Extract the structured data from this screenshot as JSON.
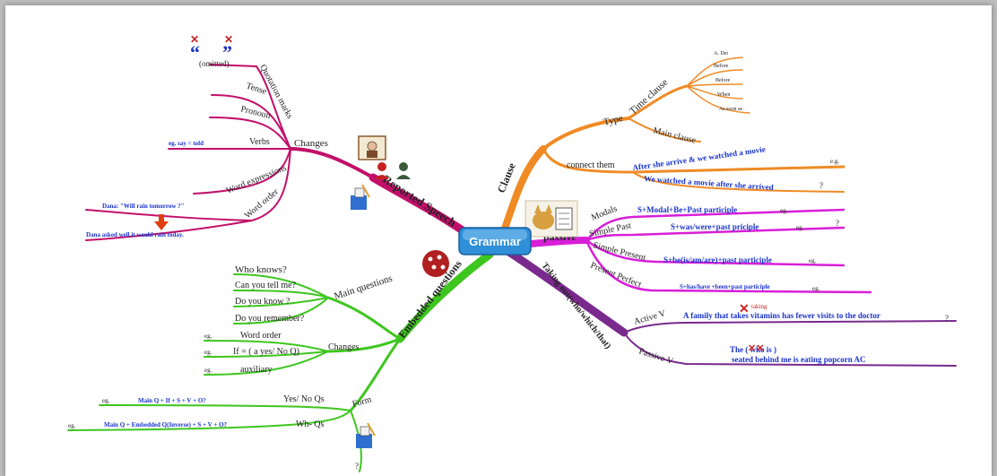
{
  "central": "Grammar",
  "branches": {
    "reported": {
      "label": "Reported Speech",
      "changes": "Changes",
      "subs": [
        "Quotation marks",
        "Tense",
        "Pronoun",
        "Verbs",
        "Word expressions",
        "Word order"
      ],
      "notes": {
        "omitted": "(omitted)",
        "verbs": "eg. say = told",
        "ex1": "Dana: \"Will rain tomorrow ?\"",
        "ex2": "Dana asked well it would rain today."
      }
    },
    "clause": {
      "label": "Clause",
      "type": "Type",
      "time": "Time clause",
      "main": "Main clause",
      "time_items": [
        "A. Det",
        "Before",
        "Before",
        "When",
        "As soon as"
      ],
      "connect": "connect them",
      "conn1": "After she arrive & we watched a movie",
      "conn2": "We watched a movie after she arrived",
      "eg": "e.g.",
      "q": "?"
    },
    "passive": {
      "label": "passive",
      "items": [
        {
          "name": "Modals",
          "formula": "S+Modal+Be+Past participle",
          "eg": "eg."
        },
        {
          "name": "Simple Past",
          "formula": "S+was/were+past priciple",
          "eg": "eg."
        },
        {
          "name": "Simple Present",
          "formula": "S+be(is/am/are)+past participle",
          "eg": "eg."
        },
        {
          "name": "Present Perfect",
          "formula": "S+has/have +been+past participle",
          "eg": "eg."
        }
      ],
      "q": "?"
    },
    "taking": {
      "label": "Taking out(who/which/that)",
      "active": "Active V",
      "active_ex": "A family that takes vitamins has fewer visits to the doctor",
      "active_note": "taking",
      "passive": "Passive V",
      "passive_ex1": "The  ( who is )",
      "passive_ex2": "seated behind me is eating popcorn AC",
      "q": "?"
    },
    "embedded": {
      "label": "Embedded questions",
      "main": "Main questions",
      "main_items": [
        "Who knows?",
        "Can you tell me?",
        "Do you know ?",
        "Do you remember?"
      ],
      "changes": "Changes",
      "change_items": [
        "Word order",
        "If = ( a yes/ No Q)",
        "auxiliary"
      ],
      "form": "Form",
      "yes": "Yes/ No Qs",
      "wh": "Wh- Qs",
      "yes_formula": "Main Q + If + S + V + O?",
      "wh_formula": "Main Q + Embedded Q(Inverse) + S + V + O?",
      "eg": "eg.",
      "q": "?"
    }
  },
  "colors": {
    "reported": "#c2106a",
    "clause": "#f08a24",
    "passive": "#d81fd8",
    "taking": "#7a2a8c",
    "embedded": "#3ec61f",
    "central": "#2f8fd8",
    "text_blue": "#1a33cc"
  },
  "icons": [
    "quote-open-icon",
    "quote-close-icon",
    "teacher-icon",
    "people-icon",
    "pencil-icon",
    "question-mark-icon",
    "cat-icon",
    "rubiks-cube-icon",
    "down-arrow-icon",
    "cross-icon"
  ]
}
